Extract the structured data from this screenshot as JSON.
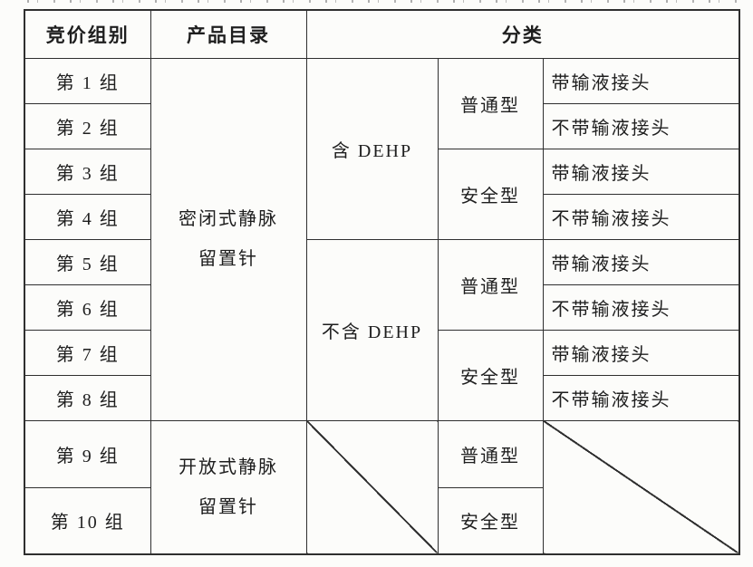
{
  "page": {
    "background": "#fcfcfa"
  },
  "table": {
    "headers": {
      "group": "竞价组别",
      "catalog": "产品目录",
      "classification": "分类"
    },
    "groups": [
      "第 1 组",
      "第 2 组",
      "第 3 组",
      "第 4 组",
      "第 5 组",
      "第 6 组",
      "第 7 组",
      "第 8 组",
      "第 9 组",
      "第 10 组"
    ],
    "catalogs": {
      "closed": "密闭式静脉\n留置针",
      "open": "开放式静脉\n留置针"
    },
    "dehp": {
      "with": "含 DEHP",
      "without": "不含 DEHP"
    },
    "types": {
      "ordinary": "普通型",
      "safety": "安全型"
    },
    "connectors": {
      "with": "带输液接头",
      "without": "不带输液接头"
    },
    "colors": {
      "border": "#2f2f2f",
      "text": "#1e1e1e"
    }
  }
}
